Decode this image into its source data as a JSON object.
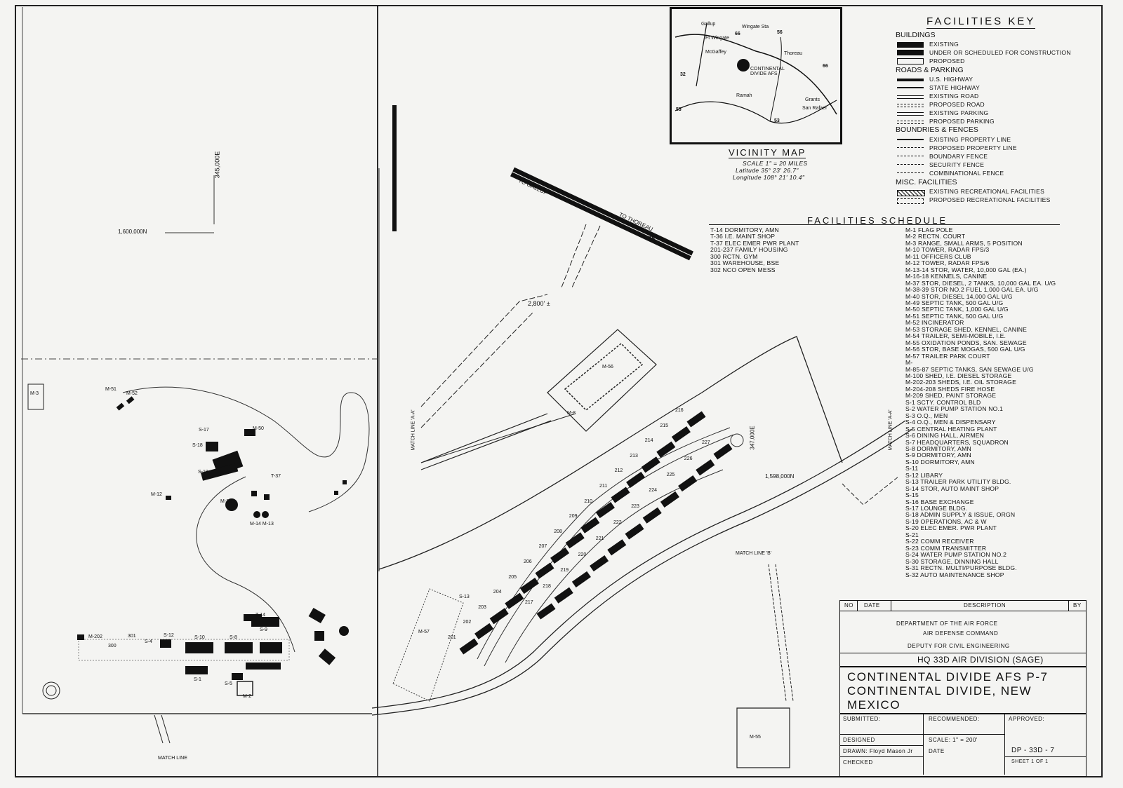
{
  "facilities_key": {
    "title": "FACILITIES KEY",
    "buildings_heading": "BUILDINGS",
    "buildings": [
      "EXISTING",
      "UNDER OR SCHEDULED FOR CONSTRUCTION",
      "PROPOSED"
    ],
    "roads_heading": "ROADS & PARKING",
    "roads": [
      "U.S. HIGHWAY",
      "STATE HIGHWAY",
      "EXISTING ROAD",
      "PROPOSED ROAD",
      "EXISTING PARKING",
      "PROPOSED PARKING"
    ],
    "boundaries_heading": "BOUNDRIES & FENCES",
    "boundaries": [
      "EXISTING PROPERTY LINE",
      "PROPOSED PROPERTY LINE",
      "BOUNDARY FENCE",
      "SECURITY FENCE",
      "COMBINATIONAL FENCE"
    ],
    "misc_heading": "MISC. FACILITIES",
    "misc": [
      "EXISTING RECREATIONAL FACILITIES",
      "PROPOSED RECREATIONAL FACILITIES"
    ]
  },
  "vicinity_map": {
    "title": "VICINITY MAP",
    "scale": "SCALE 1\" = 20 MILES",
    "latitude": "Latitude 35° 23' 26.7\"",
    "longitude": "Longitude 108° 21' 10.4\"",
    "places": [
      "Gallup",
      "Wingate Sta",
      "Ft Wingate",
      "McGaffey",
      "Thoreau",
      "CONTINENTAL DIVIDE AFS",
      "Ramah",
      "Grants",
      "San Rafael"
    ],
    "route_numbers": [
      "66",
      "56",
      "32",
      "66",
      "53",
      "53"
    ]
  },
  "schedule": {
    "title": "FACILITIES SCHEDULE",
    "col1": [
      "T-14  DORMITORY, AMN",
      "T-36  I.E. MAINT SHOP",
      "T-37  ELEC EMER PWR PLANT",
      "201-237 FAMILY HOUSING",
      "300  RCTN. GYM",
      "301  WAREHOUSE, BSE",
      "302  NCO OPEN MESS"
    ],
    "col2": [
      "M-1  FLAG POLE",
      "M-2  RECTN. COURT",
      "M-3  RANGE, SMALL ARMS, 5 POSITION",
      "M-10  TOWER, RADAR   FPS/3",
      "M-11  OFFICERS CLUB",
      "M-12  TOWER, RADAR   FPS/6",
      "M-13-14 STOR, WATER, 10,000 GAL (EA.)",
      "M-16-18 KENNELS, CANINE",
      "M-37  STOR, DIESEL, 2 TANKS, 10,000 GAL EA. U/G",
      "M-38-39 STOR NO.2 FUEL 1,000 GAL EA.   U/G",
      "M-40  STOR, DIESEL  14,000 GAL  U/G",
      "M-49  SEPTIC TANK, 500 GAL  U/G",
      "M-50  SEPTIC TANK, 1,000 GAL  U/G",
      "M-51  SEPTIC TANK, 500 GAL  U/G",
      "M-52  INCINERATOR",
      "M-53  STORAGE SHED, KENNEL, CANINE",
      "M-54  TRAILER, SEMI-MOBILE, I.E.",
      "M-55  OXIDATION PONDS, SAN. SEWAGE",
      "M-56  STOR, BASE MOGAS, 500 GAL  U/G",
      "M-57  TRAILER PARK COURT",
      "M-",
      "M-85-87  SEPTIC TANKS, SAN SEWAGE  U/G",
      "M-100  SHED, I.E. DIESEL STORAGE",
      "M-202-203 SHEDS, I.E. OIL STORAGE",
      "M-204-208 SHEDS FIRE HOSE",
      "M-209 SHED, PAINT STORAGE",
      "S-1  SCTY. CONTROL BLD",
      "S-2  WATER PUMP STATION NO.1",
      "S-3  O.Q., MEN",
      "S-4  O.Q., MEN & DISPENSARY",
      "S-5  CENTRAL HEATING PLANT",
      "S-6  DINING HALL, AIRMEN",
      "S-7  HEADQUARTERS, SQUADRON",
      "S-8  DORMITORY, AMN",
      "S-9  DORMITORY, AMN",
      "S-10  DORMITORY, AMN",
      "S-11",
      "S-12  LIBARY",
      "S-13  TRAILER PARK UTILITY BLDG.",
      "S-14  STOR, AUTO MAINT SHOP",
      "S-15",
      "S-16  BASE EXCHANGE",
      "S-17  LOUNGE BLDG.",
      "S-18  ADMIN SUPPLY & ISSUE, ORGN",
      "S-19  OPERATIONS, AC & W",
      "S-20  ELEC EMER. PWR PLANT",
      "S-21",
      "S-22  COMM RECEIVER",
      "S-23  COMM TRANSMITTER",
      "S-24  WATER PUMP STATION NO.2",
      "S-30  STORAGE, DINNING HALL",
      "S-31  RECTN. MULTI/PURPOSE BLDG.",
      "S-32  AUTO MAINTENANCE SHOP"
    ]
  },
  "title_block": {
    "no": "NO",
    "date": "DATE",
    "description": "DESCRIPTION",
    "by": "BY",
    "dept": "DEPARTMENT OF THE AIR FORCE",
    "command": "AIR DEFENSE COMMAND",
    "deputy": "DEPUTY FOR CIVIL ENGINEERING",
    "division": "HQ 33D AIR DIVISION (SAGE)",
    "title1": "CONTINENTAL  DIVIDE AFS      P-7",
    "title2": "CONTINENTAL  DIVIDE, NEW MEXICO",
    "submitted": "SUBMITTED:",
    "recommended": "RECOMMENDED:",
    "approved": "APPROVED:",
    "designed": "DESIGNED",
    "drawn": "DRAWN: Floyd Mason Jr",
    "checked": "CHECKED",
    "scale": "SCALE: 1\" = 200'",
    "date_label": "DATE",
    "drawing_no": "DP - 33D - 7",
    "sheet": "SHEET  1  OF  1"
  },
  "map_labels": {
    "to_gallup": "TO GALLUP",
    "to_thoreau": "TO THOREAU",
    "route_66": "66",
    "dist": "2,800' ±",
    "coord_345": "345,000E",
    "coord_1600": "1,600,000N",
    "coord_347": "347,000E",
    "coord_1598": "1,598,000N",
    "match_aa_1": "MATCH LINE 'A-A'",
    "match_aa_2": "MATCH LINE 'A-A'",
    "match_bb_1": "MATCH LINE 'B'",
    "match_bb_2": "MATCH LINE",
    "m3": "M-3",
    "m55": "M-55",
    "m56": "M-56",
    "m57": "M-57",
    "m8": "M-8",
    "m2": "M-2",
    "m202": "M-202",
    "m12": "M-12",
    "m10": "M-10",
    "m50": "M-50",
    "m51": "M-51",
    "m52": "M-52",
    "m1314": "M-14 M-13",
    "s13": "S-13",
    "s17": "S-17",
    "s18": "S-18",
    "s19": "S-19",
    "s10": "S-10",
    "s8": "S-8",
    "s9": "S-9",
    "s12": "S-12",
    "s4": "S-4",
    "s1": "S-1",
    "s5": "S-5",
    "n300": "300",
    "n301": "301",
    "t37": "T-37",
    "t14": "T-14",
    "house_nums_top": [
      "216",
      "215",
      "214",
      "213",
      "212",
      "211",
      "210",
      "209",
      "208",
      "207",
      "206",
      "205",
      "204",
      "203",
      "202",
      "201"
    ],
    "house_nums_mid": [
      "227",
      "226",
      "225",
      "224",
      "223",
      "222",
      "221",
      "220",
      "219",
      "218",
      "217"
    ]
  }
}
